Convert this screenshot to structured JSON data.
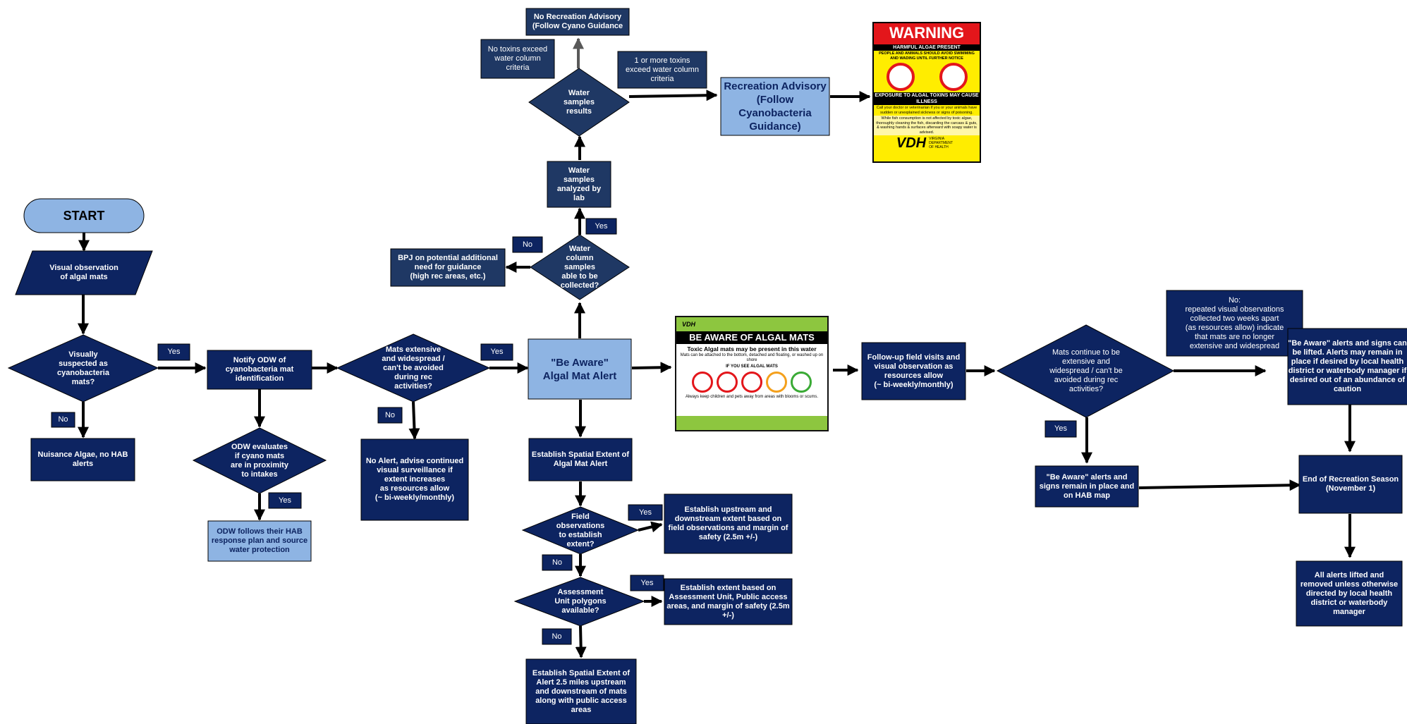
{
  "colors": {
    "dark_navy": "#0d2461",
    "medium_navy": "#1f3864",
    "light_blue": "#8eb4e3",
    "arrow": "#000000",
    "gray_arrow": "#595959"
  },
  "nodes": {
    "start": "START",
    "visual_observation": "Visual observation\nof algal mats",
    "visually_suspected": "Visually\nsuspected as\ncyanobacteria\nmats?",
    "nuisance_algae": "Nuisance Algae, no HAB\nalerts",
    "notify_odw": "Notify ODW of\ncyanobacteria mat\nidentification",
    "odw_evaluates": "ODW evaluates\nif cyano mats\nare in proximity\nto intakes",
    "odw_follows": "ODW follows their HAB\nresponse plan and source\nwater protection",
    "mats_extensive": "Mats extensive\nand widespread /\ncan't be avoided\nduring rec\nactivities?",
    "no_alert": "No Alert, advise continued\nvisual surveillance if\nextent increases\nas resources allow\n(~ bi-weekly/monthly)",
    "be_aware_alert": "\"Be Aware\"\nAlgal Mat Alert",
    "establish_spatial": "Establish Spatial Extent of\nAlgal Mat Alert",
    "field_observations": "Field\nobservations\nto establish\nextent?",
    "establish_upstream": "Establish  upstream and\ndownstream extent based on\nfield observations and margin of\nsafety (2.5m +/-)",
    "assessment_unit": "Assessment\nUnit polygons\navailable?",
    "establish_assessment": "Establish  extent based on\nAssessment Unit, Public access\nareas, and margin of safety (2.5m\n+/-)",
    "establish_miles": "Establish Spatial Extent of\nAlert  2.5 miles upstream\nand downstream of mats\nalong with public access\nareas",
    "water_column_samples": "Water\ncolumn\nsamples\nable to be\ncollected?",
    "bpj": "BPJ on potential additional\nneed for guidance\n(high rec areas, etc.)",
    "water_analyzed": "Water\nsamples\nanalyzed by\nlab",
    "water_results": "Water\nsamples\nresults",
    "no_toxins": "No toxins  exceed\nwater column\ncriteria",
    "no_rec_advisory": "No Recreation Advisory\n(Follow Cyano Guidance",
    "toxins_exceed": "1 or more toxins\nexceed  water column\ncriteria",
    "rec_advisory": "Recreation Advisory\n(Follow\nCyanobacteria\nGuidance)",
    "follow_up": "Follow-up field visits and\nvisual observation  as\nresources allow\n(~ bi-weekly/monthly)",
    "mats_continue": "Mats continue to be\nextensive and\nwidespread / can't be\navoided during rec\nactivities?",
    "no_repeated": "No:\nrepeated visual observations\ncollected two weeks apart\n(as resources allow) indicate\nthat mats are no longer\nextensive and widespread",
    "be_aware_lifted": "\"Be Aware\" alerts and signs can\nbe lifted.  Alerts may remain in\nplace if desired by local health\ndistrict or waterbody manager if\ndesired out of an abundance of\ncaution",
    "be_aware_remain": "\"Be Aware\" alerts and\nsigns remain in place and\non HAB map",
    "end_season": "End of Recreation Season\n(November 1)",
    "all_lifted": "All alerts lifted and\nremoved unless otherwise\ndirected  by local health\ndistrict or waterbody\nmanager"
  },
  "edge_labels": {
    "yes": "Yes",
    "no": "No"
  },
  "warning_sign": {
    "title": "WARNING",
    "subtitle": "HARMFUL ALGAE PRESENT",
    "line1": "PEOPLE AND ANIMALS SHOULD AVOID SWIMMING AND WADING UNTIL FURTHER NOTICE",
    "bar2": "EXPOSURE TO ALGAL TOXINS MAY CAUSE ILLNESS",
    "line2": "Call your doctor or veterinarian if you or your animals have sudden or unexplained sickness or signs of poisoning.",
    "line3": "While fish consumption is not affected by toxic algae, thoroughly cleaning the fish, discarding the carcass & guts, & washing hands & surfaces afterward with soapy water is advised.",
    "agency": "VDH",
    "agency_full": "VIRGINIA DEPARTMENT OF HEALTH"
  },
  "aware_sign": {
    "header": "VDH",
    "title": "BE AWARE OF ALGAL MATS",
    "line1": "Toxic Algal mats may be present in this water",
    "line2": "Mats can be attached to the bottom, detached and floating, or washed up on shore",
    "line3": "IF YOU SEE ALGAL MATS",
    "line4": "Always keep children and pets away from areas with blooms or scums."
  }
}
